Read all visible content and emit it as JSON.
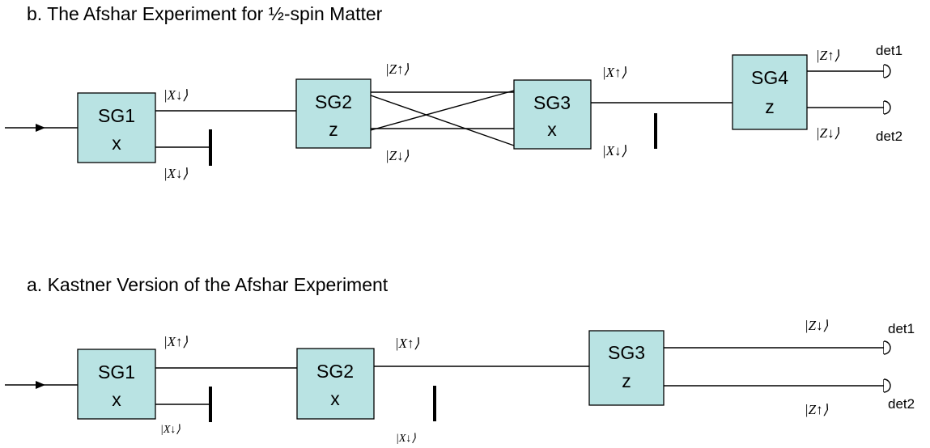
{
  "panel_b": {
    "title": "b. The Afshar Experiment for ½-spin Matter",
    "sg1": {
      "name": "SG1",
      "axis": "x"
    },
    "sg2": {
      "name": "SG2",
      "axis": "z"
    },
    "sg3": {
      "name": "SG3",
      "axis": "x"
    },
    "sg4": {
      "name": "SG4",
      "axis": "z"
    },
    "kets": {
      "sg1_upper": "|X↓⟩",
      "sg1_lower": "|X↓⟩",
      "sg2_upper": "|Z↑⟩",
      "sg2_lower": "|Z↓⟩",
      "sg3_upper": "|X↑⟩",
      "sg3_lower": "|X↓⟩",
      "sg4_upper": "|Z↑⟩",
      "sg4_lower": "|Z↓⟩"
    },
    "det1": "det1",
    "det2": "det2"
  },
  "panel_a": {
    "title": "a. Kastner Version of the Afshar Experiment",
    "sg1": {
      "name": "SG1",
      "axis": "x"
    },
    "sg2": {
      "name": "SG2",
      "axis": "x"
    },
    "sg3": {
      "name": "SG3",
      "axis": "z"
    },
    "kets": {
      "sg1_upper": "|X↑⟩",
      "sg1_lower": "|X↓⟩",
      "sg2_upper": "|X↑⟩",
      "sg2_lower": "|X↓⟩",
      "sg3_upper": "|Z↓⟩",
      "sg3_lower": "|Z↑⟩"
    },
    "det1": "det1",
    "det2": "det2"
  },
  "colors": {
    "box_fill": "#b9e3e3",
    "line": "#000000"
  }
}
